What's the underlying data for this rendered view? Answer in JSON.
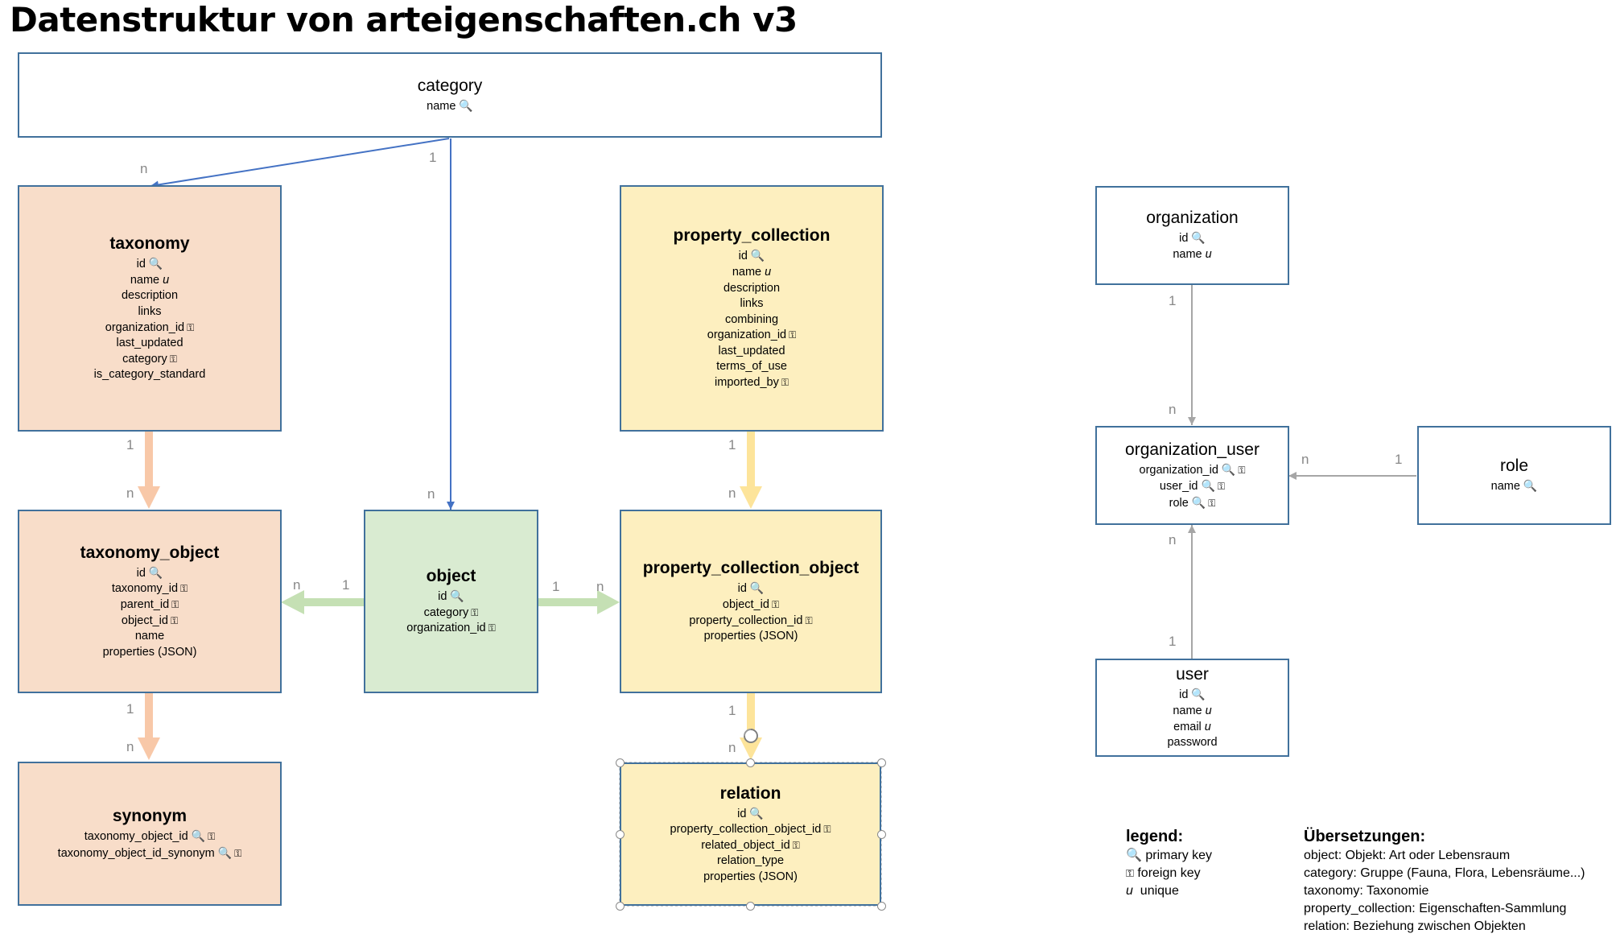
{
  "title": "Datenstruktur von arteigenschaften.ch v3",
  "entities": {
    "category": {
      "name": "category",
      "fields": [
        {
          "label": "name",
          "pk": true
        }
      ]
    },
    "taxonomy": {
      "name": "taxonomy",
      "fields": [
        {
          "label": "id",
          "pk": true
        },
        {
          "label": "name",
          "unique": true
        },
        {
          "label": "description"
        },
        {
          "label": "links"
        },
        {
          "label": "organization_id",
          "fk": true
        },
        {
          "label": "last_updated"
        },
        {
          "label": "category",
          "fk": true
        },
        {
          "label": "is_category_standard"
        }
      ]
    },
    "property_collection": {
      "name": "property_collection",
      "fields": [
        {
          "label": "id",
          "pk": true
        },
        {
          "label": "name",
          "unique": true
        },
        {
          "label": "description"
        },
        {
          "label": "links"
        },
        {
          "label": "combining"
        },
        {
          "label": "organization_id",
          "fk": true
        },
        {
          "label": "last_updated"
        },
        {
          "label": "terms_of_use"
        },
        {
          "label": "imported_by",
          "fk": true
        }
      ]
    },
    "organization": {
      "name": "organization",
      "fields": [
        {
          "label": "id",
          "pk": true
        },
        {
          "label": "name",
          "unique": true
        }
      ]
    },
    "organization_user": {
      "name": "organization_user",
      "fields": [
        {
          "label": "organization_id",
          "pk": true,
          "fk": true
        },
        {
          "label": "user_id",
          "pk": true,
          "fk": true
        },
        {
          "label": "role",
          "pk": true,
          "fk": true
        }
      ]
    },
    "role": {
      "name": "role",
      "fields": [
        {
          "label": "name",
          "pk": true
        }
      ]
    },
    "taxonomy_object": {
      "name": "taxonomy_object",
      "fields": [
        {
          "label": "id",
          "pk": true
        },
        {
          "label": "taxonomy_id",
          "fk": true
        },
        {
          "label": "parent_id",
          "fk": true
        },
        {
          "label": "object_id",
          "fk": true
        },
        {
          "label": "name"
        },
        {
          "label": "properties (JSON)"
        }
      ]
    },
    "object": {
      "name": "object",
      "fields": [
        {
          "label": "id",
          "pk": true
        },
        {
          "label": "category",
          "fk": true
        },
        {
          "label": "organization_id",
          "fk": true
        }
      ]
    },
    "property_collection_object": {
      "name": "property_collection_object",
      "fields": [
        {
          "label": "id",
          "pk": true
        },
        {
          "label": "object_id",
          "fk": true
        },
        {
          "label": "property_collection_id",
          "fk": true
        },
        {
          "label": "properties (JSON)"
        }
      ]
    },
    "synonym": {
      "name": "synonym",
      "fields": [
        {
          "label": "taxonomy_object_id",
          "pk": true,
          "fk": true
        },
        {
          "label": "taxonomy_object_id_synonym",
          "pk": true,
          "fk": true
        }
      ]
    },
    "relation": {
      "name": "relation",
      "fields": [
        {
          "label": "id",
          "pk": true
        },
        {
          "label": "property_collection_object_id",
          "fk": true
        },
        {
          "label": "related_object_id",
          "fk": true
        },
        {
          "label": "relation_type"
        },
        {
          "label": "properties (JSON)"
        }
      ]
    },
    "user": {
      "name": "user",
      "fields": [
        {
          "label": "id",
          "pk": true
        },
        {
          "label": "name",
          "unique": true
        },
        {
          "label": "email",
          "unique": true
        },
        {
          "label": "password"
        }
      ]
    }
  },
  "cardinality": {
    "one": "1",
    "many": "n",
    "unique_marker": "u"
  },
  "legend": {
    "heading": "legend:",
    "items": [
      {
        "symbol": "pk",
        "text": "primary key"
      },
      {
        "symbol": "fk",
        "text": "foreign key"
      },
      {
        "symbol": "u",
        "text": "unique"
      }
    ]
  },
  "translations": {
    "heading": "Übersetzungen:",
    "lines": [
      "object: Objekt: Art oder Lebensraum",
      "category: Gruppe (Fauna, Flora, Lebensräume...)",
      "taxonomy: Taxonomie",
      "property_collection: Eigenschaften-Sammlung",
      "relation: Beziehung zwischen Objekten"
    ]
  },
  "colors": {
    "border": "#41719c",
    "peach": "#f8ddc9",
    "peach_arrow": "#f8c8a8",
    "yellow": "#fdefbf",
    "yellow_arrow": "#fde49a",
    "green": "#d9ebd1",
    "green_arrow": "#c5e0b4",
    "blue_arrow": "#4472c4",
    "gray_arrow": "#a6a6a6"
  },
  "icons": {
    "pk": "key-icon",
    "fk": "small-key-icon"
  }
}
